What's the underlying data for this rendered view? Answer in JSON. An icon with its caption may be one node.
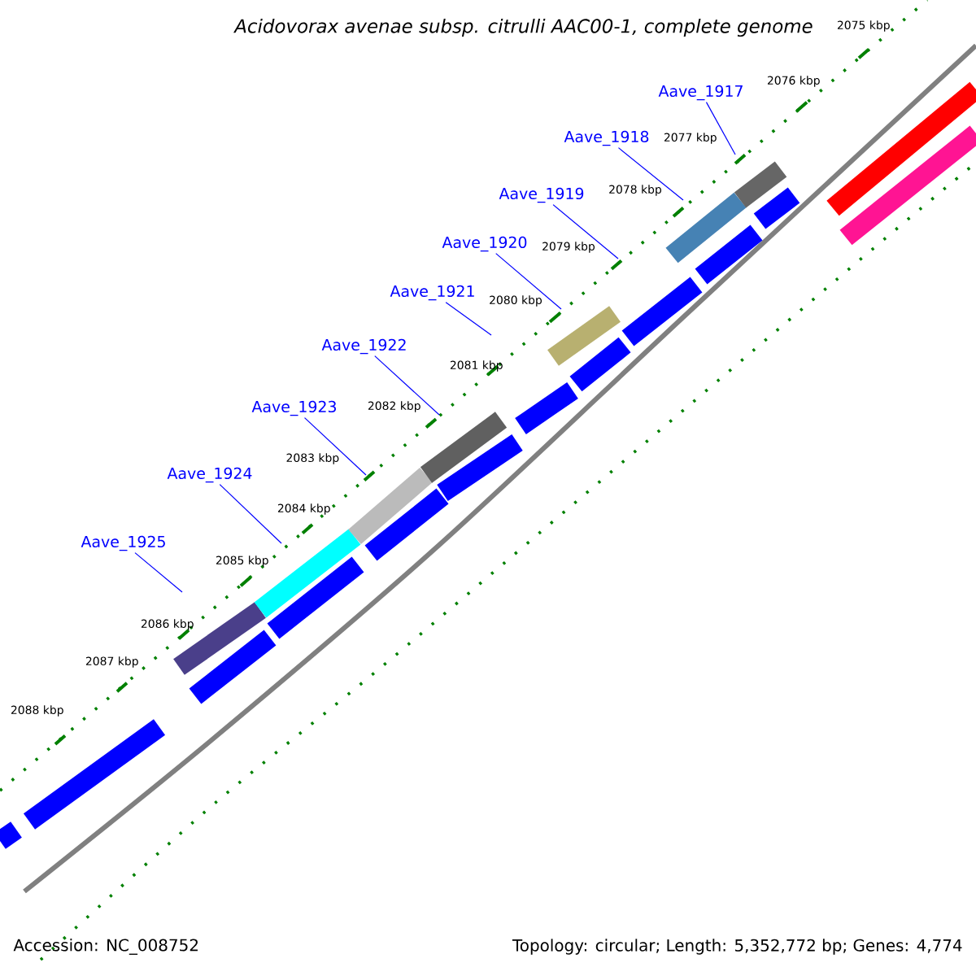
{
  "diagram": {
    "title": "Acidovorax avenae subsp. citrulli AAC00-1, complete genome",
    "nodes": [
      {
        "text": [
          "Aave_1917"
        ]
      },
      {
        "text": [
          "Aave_1918"
        ]
      },
      {
        "text": [
          "Aave_1919"
        ]
      },
      {
        "text": [
          "Aave_1920"
        ]
      },
      {
        "text": [
          "Aave_1921"
        ]
      },
      {
        "text": [
          "Aave_1922"
        ]
      },
      {
        "text": [
          "Aave_1923"
        ]
      },
      {
        "text": [
          "Aave_1924"
        ]
      },
      {
        "text": [
          "Aave_1925"
        ]
      }
    ],
    "edges": [
      {
        "from": 0,
        "to": null,
        "arrow": "none"
      },
      {
        "from": 1,
        "to": null,
        "arrow": "none"
      },
      {
        "from": 2,
        "to": null,
        "arrow": "none"
      },
      {
        "from": 3,
        "to": null,
        "arrow": "none"
      },
      {
        "from": 4,
        "to": null,
        "arrow": "none"
      },
      {
        "from": 5,
        "to": null,
        "arrow": "none"
      },
      {
        "from": 6,
        "to": null,
        "arrow": "none"
      },
      {
        "from": 7,
        "to": null,
        "arrow": "none"
      },
      {
        "from": 8,
        "to": null,
        "arrow": "none"
      }
    ],
    "labels": [
      "2075 kbp",
      "2076 kbp",
      "2077 kbp",
      "2078 kbp",
      "2079 kbp",
      "2080 kbp",
      "2081 kbp",
      "2082 kbp",
      "2083 kbp",
      "2084 kbp",
      "2085 kbp",
      "2086 kbp",
      "2087 kbp",
      "2088 kbp",
      "Accession: NC_008752",
      "Topology: circular; Length: 5,352,772 bp; Genes: 4,774"
    ]
  }
}
